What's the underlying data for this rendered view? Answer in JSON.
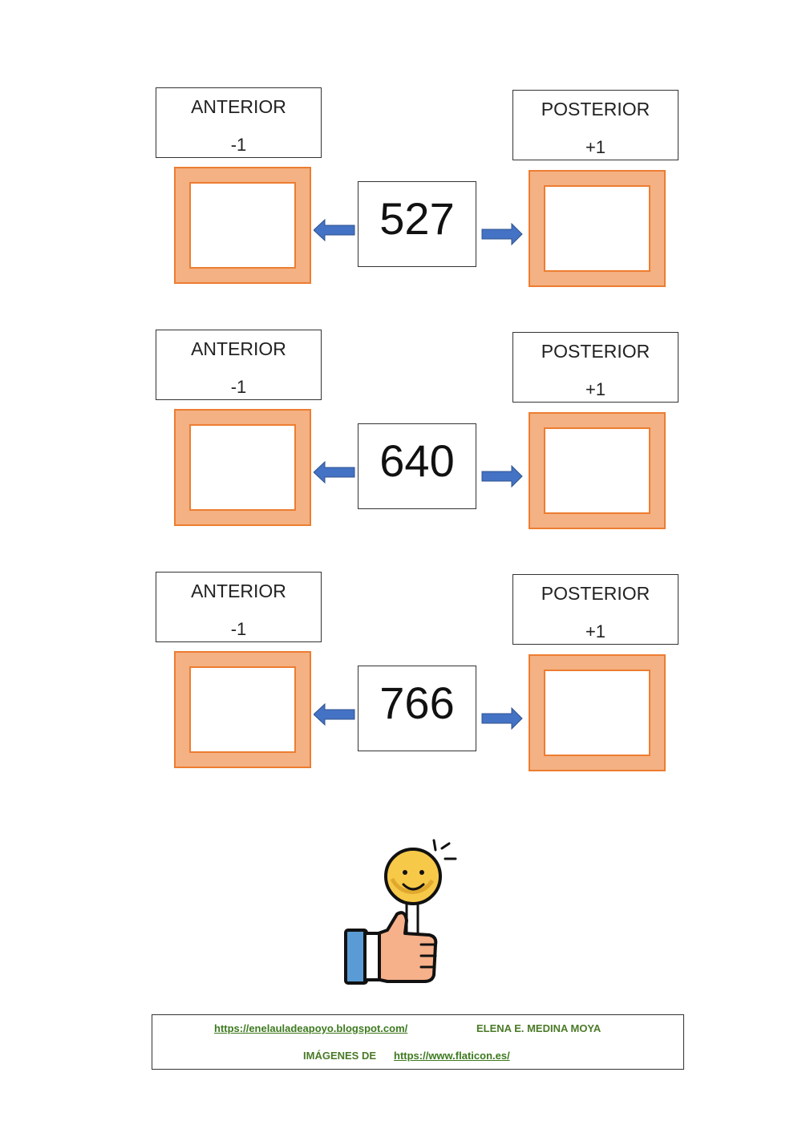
{
  "exercises": [
    {
      "number": "527",
      "before_title": "ANTERIOR",
      "before_value": "-1",
      "after_title": "POSTERIOR",
      "after_value": "+1"
    },
    {
      "number": "640",
      "before_title": "ANTERIOR",
      "before_value": "-1",
      "after_title": "POSTERIOR",
      "after_value": "+1"
    },
    {
      "number": "766",
      "before_title": "ANTERIOR",
      "before_value": "-1",
      "after_title": "POSTERIOR",
      "after_value": "+1"
    }
  ],
  "footer": {
    "blog_link": "https://enelauladeapoyo.blogspot.com/",
    "author": "ELENA E. MEDINA MOYA",
    "images_prefix": "IMÁGENES DE",
    "images_link": "https://www.flaticon.es/"
  },
  "colors": {
    "answer_fill": "#f4b183",
    "answer_border": "#ed7d31",
    "arrow": "#4472c4",
    "footer_text": "#4a7a27"
  },
  "icons": [
    "arrow-left-icon",
    "arrow-right-icon",
    "thumbs-up-idea-icon"
  ]
}
